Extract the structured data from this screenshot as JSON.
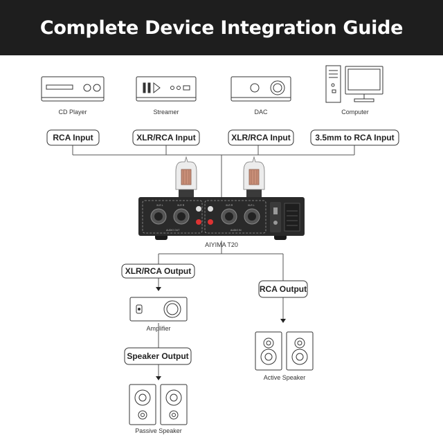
{
  "title": "Complete Device Integration Guide",
  "sources": [
    {
      "name": "CD Player",
      "connection": "RCA Input",
      "icon": "cd-player-icon"
    },
    {
      "name": "Streamer",
      "connection": "XLR/RCA Input",
      "icon": "streamer-icon"
    },
    {
      "name": "DAC",
      "connection": "XLR/RCA Input",
      "icon": "dac-icon"
    },
    {
      "name": "Computer",
      "connection": "3.5mm to RCA Input",
      "icon": "computer-icon"
    }
  ],
  "device": {
    "name": "AIYIMA T20",
    "panel_left_labels": [
      "XLR L",
      "XLR R",
      "AUDIO OUT"
    ],
    "panel_right_labels": [
      "XLR R",
      "XLR L",
      "AUDIO IN"
    ]
  },
  "outputs": {
    "left_connection": "XLR/RCA Output",
    "amplifier": "Amplifier",
    "speaker_connection": "Speaker Output",
    "passive": "Passive Speaker",
    "right_connection": "RCA Output",
    "active": "Active Speaker"
  },
  "colors": {
    "banner": "#1e1e1e",
    "line": "#555555",
    "device": "#2a2a2a",
    "pill_border": "#333333"
  }
}
